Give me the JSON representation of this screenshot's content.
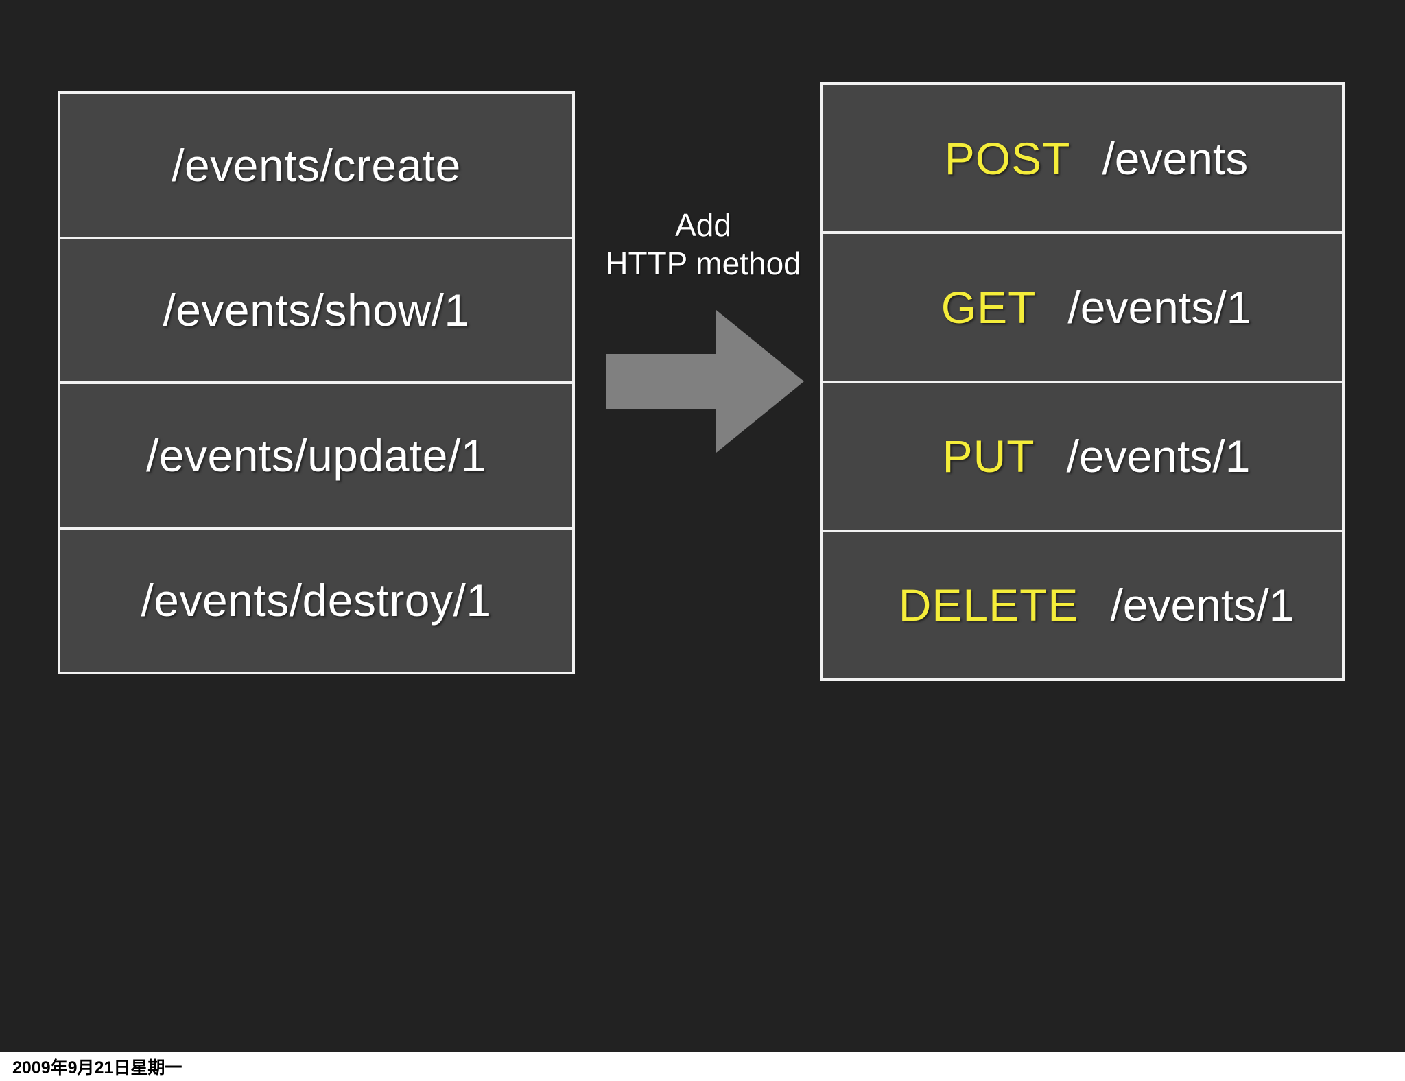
{
  "slide": {
    "background_color": "#222222",
    "accent_color": "#F5ED3A",
    "cell_color": "#454545",
    "border_color": "#F2F2F2",
    "arrow_color": "#808080"
  },
  "left_table": {
    "name": "action-style-routes",
    "rows": [
      {
        "path": "/events/create"
      },
      {
        "path": "/events/show/1"
      },
      {
        "path": "/events/update/1"
      },
      {
        "path": "/events/destroy/1"
      }
    ]
  },
  "transform": {
    "label": "Add\nHTTP method",
    "arrow": "right-arrow-icon"
  },
  "right_table": {
    "name": "restful-routes",
    "rows": [
      {
        "method": "POST",
        "path": "/events"
      },
      {
        "method": "GET",
        "path": "/events/1"
      },
      {
        "method": "PUT",
        "path": "/events/1"
      },
      {
        "method": "DELETE",
        "path": "/events/1"
      }
    ]
  },
  "footer": {
    "date": "2009年9月21日星期一"
  }
}
